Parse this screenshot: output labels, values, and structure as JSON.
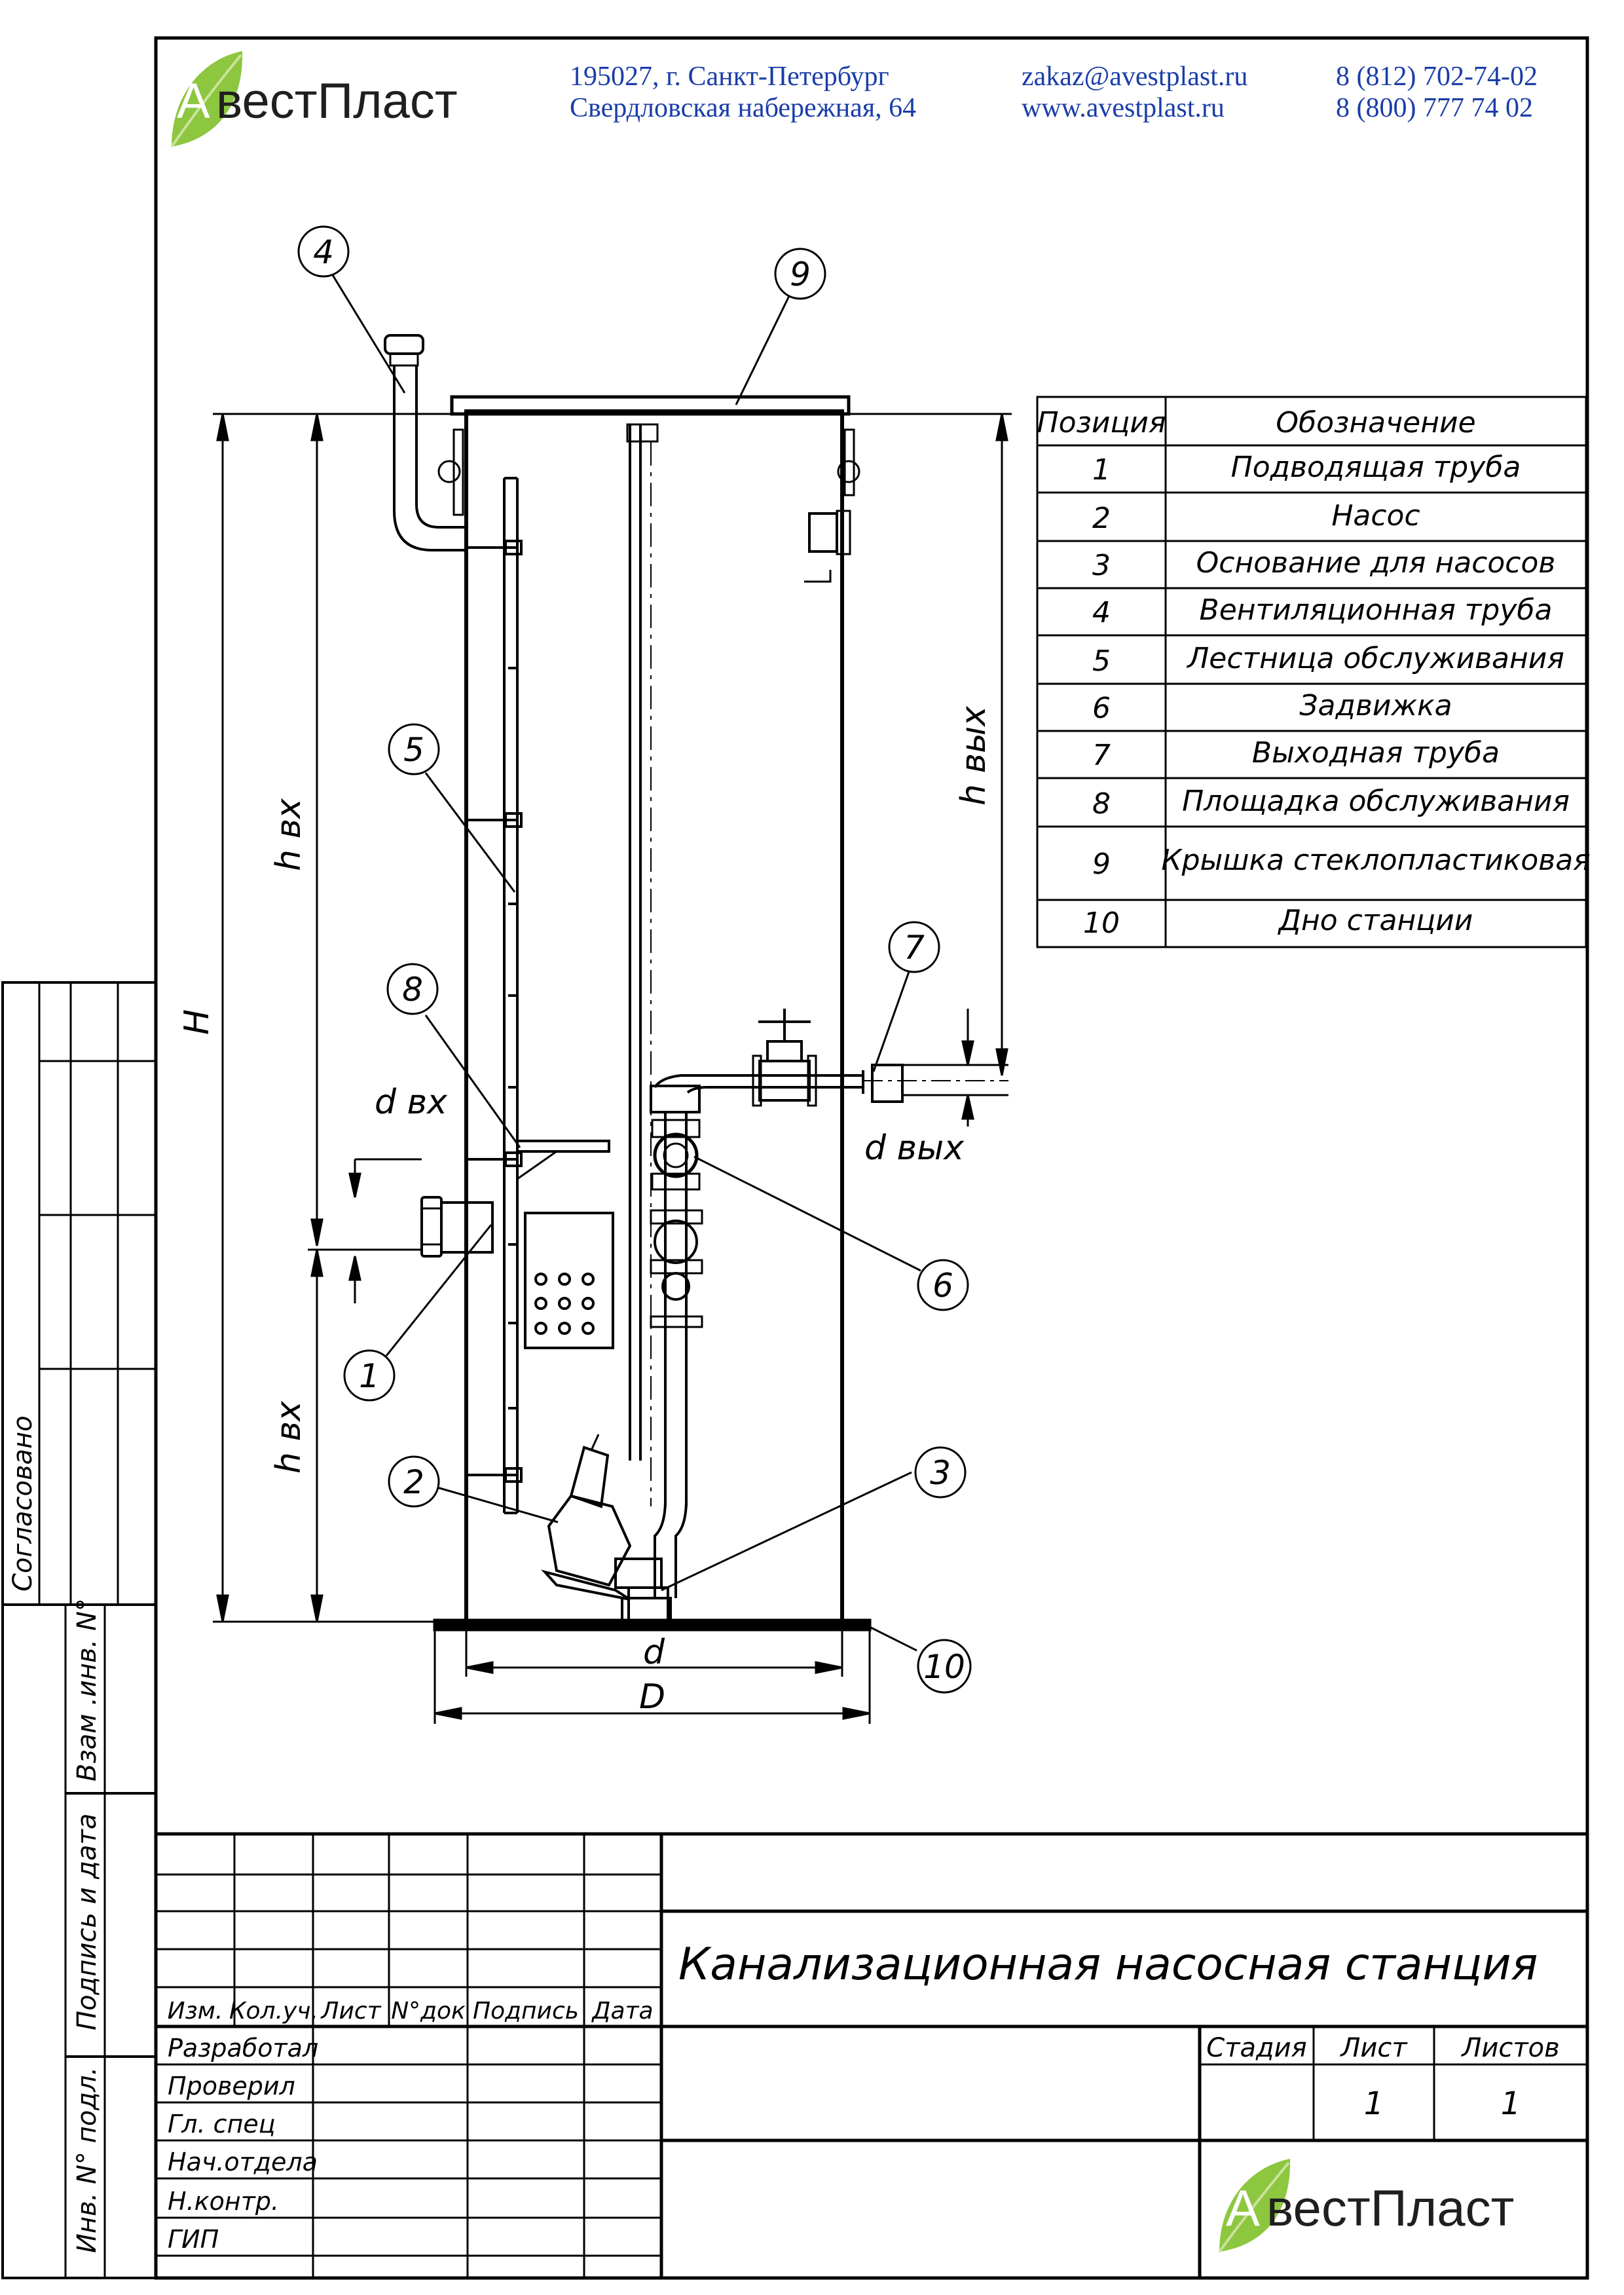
{
  "header": {
    "logo_prefix": "А",
    "logo_text": "вестПласт",
    "address_line1": "195027, г. Санкт-Петербург",
    "address_line2": "Свердловская набережная, 64",
    "email": "zakaz@avestplast.ru",
    "website": "www.avestplast.ru",
    "phone1": "8 (812) 702-74-02",
    "phone2": "8 (800) 777 74 02"
  },
  "colors": {
    "brand_blue": "#1a3da8",
    "leaf_green": "#8dc63f",
    "leaf_light": "#c9e39a",
    "ink": "#000000"
  },
  "drawing": {
    "callouts": [
      "4",
      "9",
      "5",
      "8",
      "7",
      "6",
      "1",
      "2",
      "3",
      "10"
    ],
    "dims": {
      "H": "H",
      "h_in_top": "h вх",
      "h_in_bottom": "h вх",
      "h_out": "h вых",
      "d_in": "d вх",
      "d_out": "d вых",
      "d": "d",
      "D": "D"
    }
  },
  "legend": {
    "headers": [
      "Позиция",
      "Обозначение"
    ],
    "rows": [
      {
        "pos": "1",
        "name": "Подводящая труба"
      },
      {
        "pos": "2",
        "name": "Насос"
      },
      {
        "pos": "3",
        "name": "Основание для насосов"
      },
      {
        "pos": "4",
        "name": "Вентиляционная труба"
      },
      {
        "pos": "5",
        "name": "Лестница обслуживания"
      },
      {
        "pos": "6",
        "name": "Задвижка"
      },
      {
        "pos": "7",
        "name": "Выходная труба"
      },
      {
        "pos": "8",
        "name": "Площадка обслуживания"
      },
      {
        "pos": "9",
        "name": "Крышка стеклопластиковая"
      },
      {
        "pos": "10",
        "name": "Дно станции"
      }
    ]
  },
  "side_strip": {
    "agreed": "Согласовано",
    "inv_replace": "Взам .инв. N°",
    "sign_date": "Подпись и дата",
    "inv_orig": "Инв. N° подл."
  },
  "title_block": {
    "title": "Канализационная насосная станция",
    "col_headers": [
      "Изм.",
      "Кол.уч.",
      "Лист",
      "N°док",
      "Подпись",
      "Дата"
    ],
    "roles": [
      "Разработал",
      "Проверил",
      "Гл. спец",
      "Нач.отдела",
      "Н.контр.",
      "ГИП"
    ],
    "stage_label": "Стадия",
    "sheet_label": "Лист",
    "sheets_label": "Листов",
    "stage_value": "",
    "sheet_value": "1",
    "sheets_value": "1"
  }
}
